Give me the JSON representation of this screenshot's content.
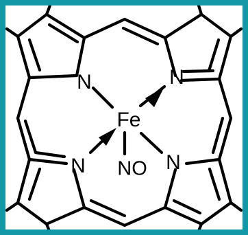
{
  "frame_color": "#1298a6",
  "atoms": {
    "fe": "Fe",
    "n_top_left": "N",
    "n_top_right": "N",
    "n_bottom_left": "N",
    "n_bottom_right": "N",
    "nitrosyl": "NO"
  }
}
